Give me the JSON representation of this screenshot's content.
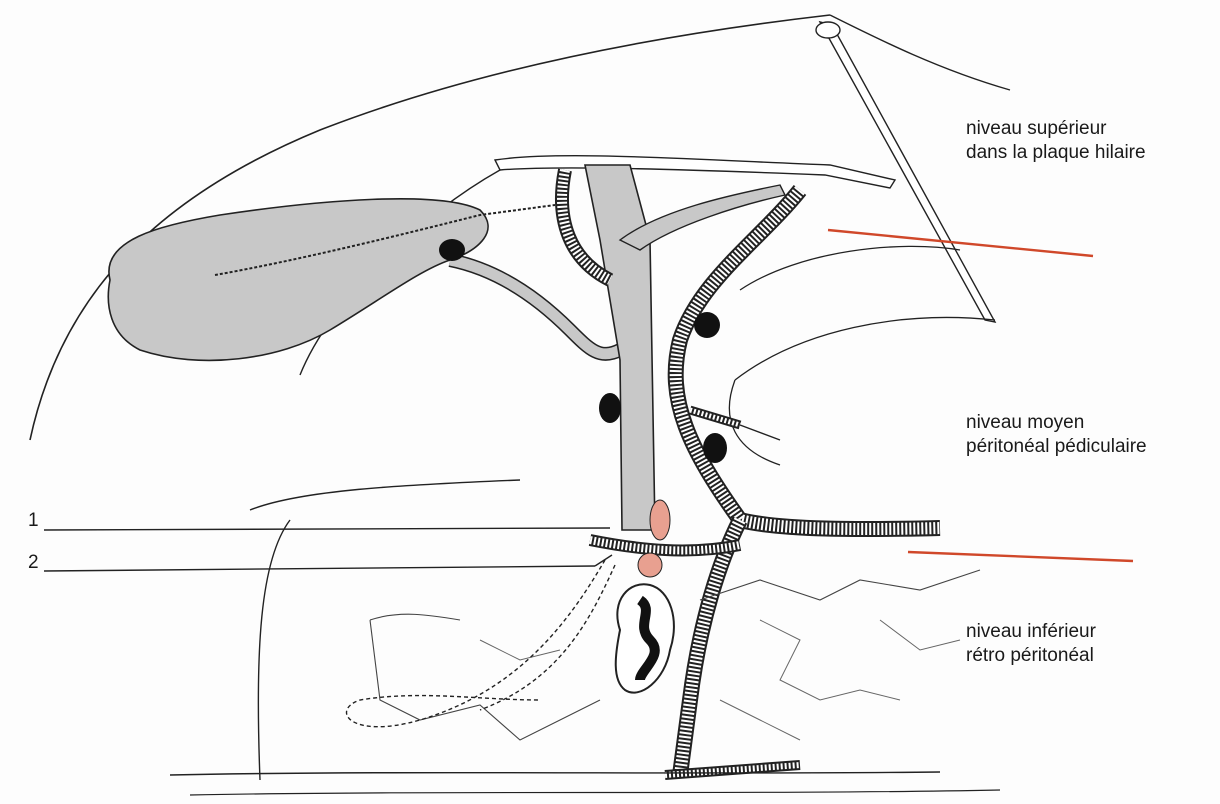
{
  "levels": {
    "upper": {
      "line1": "niveau supérieur",
      "line2": "dans la plaque hilaire"
    },
    "middle": {
      "line1": "niveau moyen",
      "line2": "péritonéal pédiculaire"
    },
    "lower": {
      "line1": "niveau inférieur",
      "line2": "rétro péritonéal"
    }
  },
  "markers": {
    "one": "1",
    "two": "2"
  },
  "colors": {
    "organ_fill": "#c8c8c8",
    "outline": "#222222",
    "level_line": "#d0482a",
    "pink": "#e8a090",
    "node": "#111111"
  }
}
